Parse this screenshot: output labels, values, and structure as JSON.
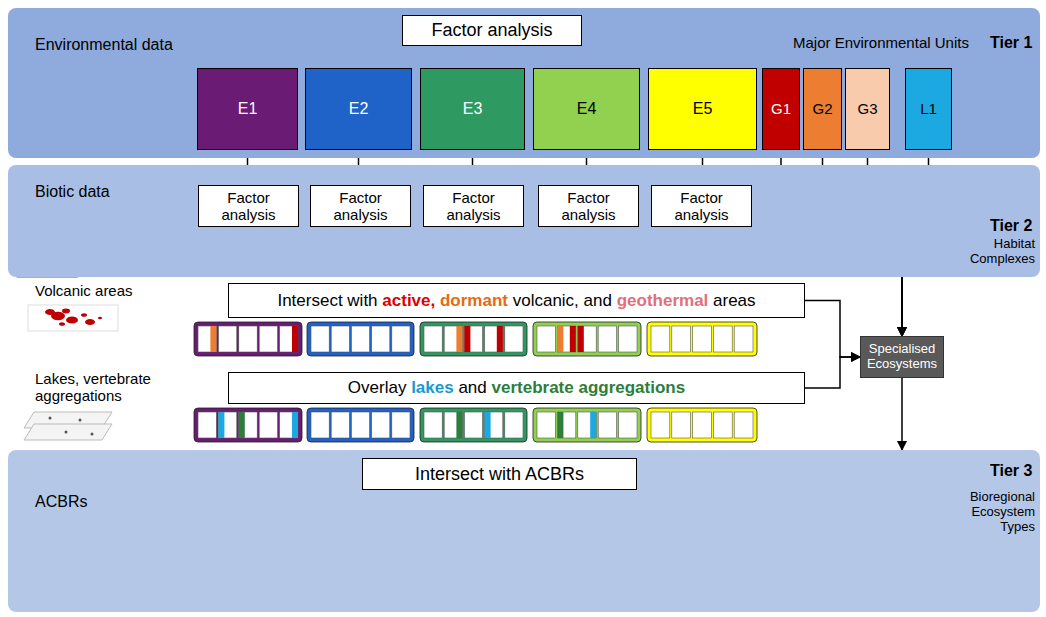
{
  "diagram": {
    "nodes": [
      {
        "text": [
          "Environmental data",
          "Major Environmental Units",
          "Tier 1"
        ]
      },
      {
        "text": [
          "Factor analysis"
        ],
        "in": 0
      },
      {
        "text": [
          "E1"
        ],
        "in": 0
      },
      {
        "text": [
          "E2"
        ],
        "in": 0
      },
      {
        "text": [
          "E3"
        ],
        "in": 0
      },
      {
        "text": [
          "E4"
        ],
        "in": 0
      },
      {
        "text": [
          "E5"
        ],
        "in": 0
      },
      {
        "text": [
          "G1"
        ],
        "in": 0
      },
      {
        "text": [
          "G2"
        ],
        "in": 0
      },
      {
        "text": [
          "G3"
        ],
        "in": 0
      },
      {
        "text": [
          "L1"
        ],
        "in": 0
      },
      {
        "text": [
          "Biotic data",
          "Tier 2",
          "Habitat Complexes"
        ]
      },
      {
        "text": [
          "Factor analysis"
        ],
        "in": 11
      },
      {
        "text": [
          "Factor analysis"
        ],
        "in": 11
      },
      {
        "text": [
          "Factor analysis"
        ],
        "in": 11
      },
      {
        "text": [
          "Factor analysis"
        ],
        "in": 11
      },
      {
        "text": [
          "Factor analysis"
        ],
        "in": 11
      },
      {
        "text": [
          "Intersect with active, dormant volcanic, and geothermal areas"
        ]
      },
      {
        "text": [
          "Overlay lakes and vertebrate aggregations"
        ]
      },
      {
        "text": [
          "Specialised Ecosystems"
        ]
      },
      {
        "text": [
          "ACBRs",
          "Tier 3",
          "Bioregional Ecosystem Types"
        ]
      },
      {
        "text": [
          "Intersect with ACBRs"
        ],
        "in": 20
      }
    ],
    "edges": [
      {
        "from": 1,
        "to": 2,
        "arrow": "to"
      },
      {
        "from": 1,
        "to": 3,
        "arrow": "to"
      },
      {
        "from": 1,
        "to": 4,
        "arrow": "to"
      },
      {
        "from": 1,
        "to": 5,
        "arrow": "to"
      },
      {
        "from": 1,
        "to": 6,
        "arrow": "to"
      },
      {
        "from": 2,
        "to": 12,
        "arrow": "to"
      },
      {
        "from": 3,
        "to": 13,
        "arrow": "to"
      },
      {
        "from": 4,
        "to": 14,
        "arrow": "to"
      },
      {
        "from": 5,
        "to": 15,
        "arrow": "to"
      },
      {
        "from": 6,
        "to": 16,
        "arrow": "to"
      },
      {
        "from": 7,
        "to": 19,
        "arrow": "to"
      },
      {
        "from": 8,
        "to": 19,
        "arrow": "to"
      },
      {
        "from": 9,
        "to": 19,
        "arrow": "to"
      },
      {
        "from": 10,
        "to": 19,
        "arrow": "to"
      },
      {
        "from": 17,
        "to": 19,
        "arrow": "to"
      },
      {
        "from": 18,
        "to": 19,
        "arrow": "to"
      },
      {
        "from": 19,
        "to": 20,
        "arrow": "to"
      }
    ],
    "labels": [
      "Volcanic areas",
      "Lakes, vertebrate aggregations"
    ]
  }
}
